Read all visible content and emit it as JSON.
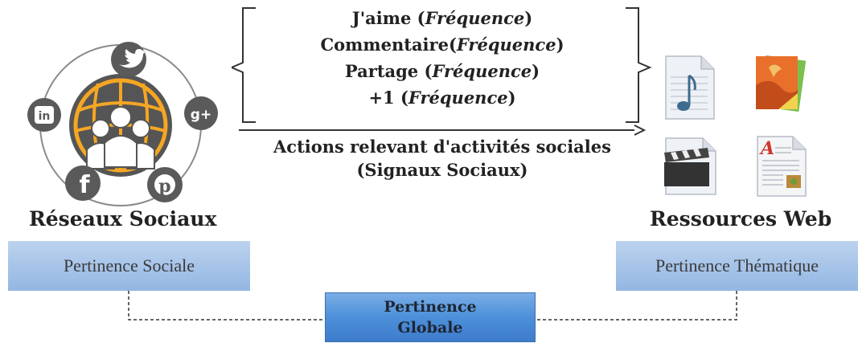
{
  "left": {
    "title": "Réseaux Sociaux",
    "icons": [
      "twitter-icon",
      "linkedin-icon",
      "googleplus-icon",
      "facebook-icon",
      "pinterest-icon",
      "people-network-icon"
    ]
  },
  "bracket": {
    "lines": [
      {
        "prefix": "J'aime (",
        "emph": "Fréquence",
        "suffix": ")"
      },
      {
        "prefix": "Commentaire(",
        "emph": "Fréquence",
        "suffix": ")"
      },
      {
        "prefix": "Partage (",
        "emph": "Fréquence",
        "suffix": ")"
      },
      {
        "prefix": "+1 (",
        "emph": "Fréquence",
        "suffix": ")"
      }
    ]
  },
  "arrow": {
    "line1": "Actions relevant d'activités sociales",
    "line2": "(Signaux Sociaux)"
  },
  "right": {
    "title": "Ressources Web",
    "icons": [
      "audio-file-icon",
      "image-file-icon",
      "video-file-icon",
      "document-file-icon"
    ]
  },
  "boxes": {
    "social": "Pertinence Sociale",
    "thematic": "Pertinence Thématique",
    "global_line1": "Pertinence",
    "global_line2": "Globale"
  },
  "colors": {
    "social_icon": "#5a5a5a",
    "network_orange": "#f5a623",
    "box_light": "#a5c3e8",
    "box_strong": "#4d8fd9"
  }
}
